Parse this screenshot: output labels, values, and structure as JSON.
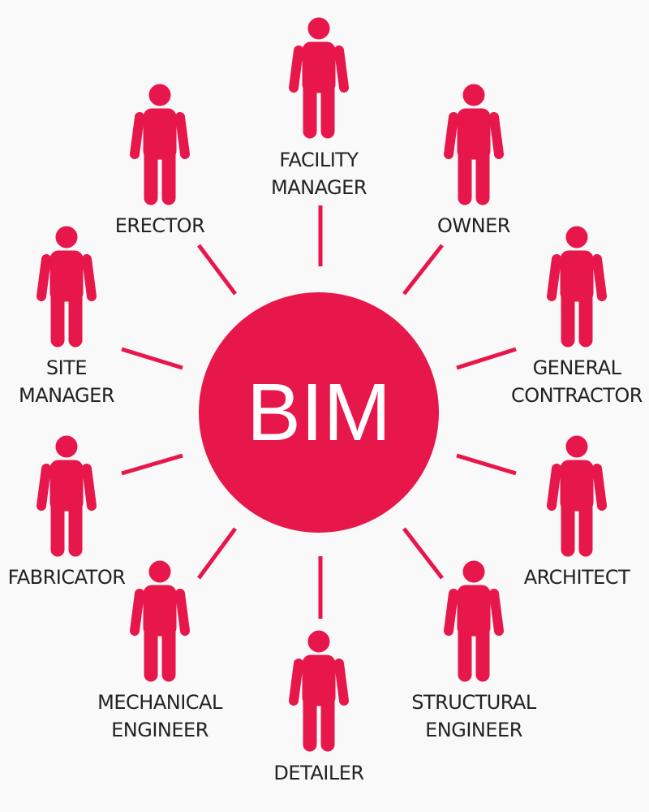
{
  "center": {
    "label": "BIM"
  },
  "accent_color": "#e8174b",
  "roles": [
    {
      "id": "facility-manager",
      "lines": [
        "FACILITY",
        "MANAGER"
      ]
    },
    {
      "id": "erector",
      "lines": [
        "ERECTOR"
      ]
    },
    {
      "id": "owner",
      "lines": [
        "OWNER"
      ]
    },
    {
      "id": "site-manager",
      "lines": [
        "SITE",
        "MANAGER"
      ]
    },
    {
      "id": "general-contractor",
      "lines": [
        "GENERAL",
        "CONTRACTOR"
      ]
    },
    {
      "id": "fabricator",
      "lines": [
        "FABRICATOR"
      ]
    },
    {
      "id": "architect",
      "lines": [
        "ARCHITECT"
      ]
    },
    {
      "id": "mechanical-engineer",
      "lines": [
        "MECHANICAL",
        "ENGINEER"
      ]
    },
    {
      "id": "structural-engineer",
      "lines": [
        "STRUCTURAL",
        "ENGINEER"
      ]
    },
    {
      "id": "detailer",
      "lines": [
        "DETAILER"
      ]
    }
  ]
}
